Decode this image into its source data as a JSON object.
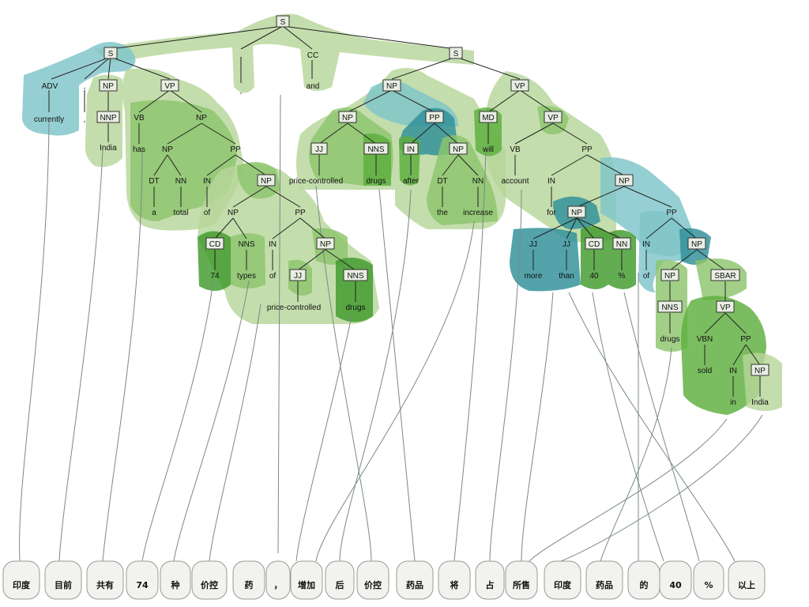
{
  "colors": {
    "blob_light": "#b7d69a",
    "blob_mid": "#8cc46d",
    "blob_dark": "#3f9a2c",
    "blob_teal": "#7fc4c9",
    "blob_teal_dark": "#2e8f98",
    "blob_green_strong": "#5daf3d"
  },
  "tree": {
    "root": {
      "label": "S"
    },
    "s1": {
      "label": "S"
    },
    "comma_top": {
      "label": ","
    },
    "cc": {
      "label": "CC"
    },
    "and": {
      "label": "and"
    },
    "s2": {
      "label": "S"
    },
    "adv": {
      "label": "ADV"
    },
    "currently": {
      "label": "currently"
    },
    "comma1": {
      "label": ","
    },
    "np_india": {
      "label": "NP"
    },
    "nnp": {
      "label": "NNP"
    },
    "india1": {
      "label": "India"
    },
    "vp1": {
      "label": "VP"
    },
    "vb_has": {
      "label": "VB"
    },
    "has": {
      "label": "has"
    },
    "np_big": {
      "label": "NP"
    },
    "np_atotal": {
      "label": "NP"
    },
    "pp_of": {
      "label": "PP"
    },
    "dt_a": {
      "label": "DT"
    },
    "nn_total": {
      "label": "NN"
    },
    "a": {
      "label": "a"
    },
    "total": {
      "label": "total"
    },
    "in_of1": {
      "label": "IN"
    },
    "of1": {
      "label": "of"
    },
    "np_74": {
      "label": "NP"
    },
    "np_types": {
      "label": "NP"
    },
    "pp_of2": {
      "label": "PP"
    },
    "cd74": {
      "label": "CD"
    },
    "n74": {
      "label": "74"
    },
    "nns_types": {
      "label": "NNS"
    },
    "types": {
      "label": "types"
    },
    "in_of2": {
      "label": "IN"
    },
    "of2": {
      "label": "of"
    },
    "np_pcd": {
      "label": "NP"
    },
    "jj_pc1": {
      "label": "JJ"
    },
    "pc1": {
      "label": "price-controlled"
    },
    "nns_drugs1": {
      "label": "NNS"
    },
    "drugs1": {
      "label": "drugs"
    },
    "np_subj": {
      "label": "NP"
    },
    "vp2": {
      "label": "VP"
    },
    "np_pcd2": {
      "label": "NP"
    },
    "pp_after": {
      "label": "PP"
    },
    "jj_pc2": {
      "label": "JJ"
    },
    "pc2": {
      "label": "price-controlled"
    },
    "nns_drugs2": {
      "label": "NNS"
    },
    "drugs2": {
      "label": "drugs"
    },
    "in_after": {
      "label": "IN"
    },
    "after": {
      "label": "after"
    },
    "np_inc": {
      "label": "NP"
    },
    "dt_the": {
      "label": "DT"
    },
    "the": {
      "label": "the"
    },
    "nn_inc": {
      "label": "NN"
    },
    "increase": {
      "label": "increase"
    },
    "md": {
      "label": "MD"
    },
    "will": {
      "label": "will"
    },
    "vp3": {
      "label": "VP"
    },
    "vb_acc": {
      "label": "VB"
    },
    "account": {
      "label": "account"
    },
    "pp_for": {
      "label": "PP"
    },
    "in_for": {
      "label": "IN"
    },
    "for": {
      "label": "for"
    },
    "np_more": {
      "label": "NP"
    },
    "np_40": {
      "label": "NP"
    },
    "pp_of3": {
      "label": "PP"
    },
    "jj_more": {
      "label": "JJ"
    },
    "more": {
      "label": "more"
    },
    "jj_than": {
      "label": "JJ"
    },
    "than": {
      "label": "than"
    },
    "cd40": {
      "label": "CD"
    },
    "n40": {
      "label": "40"
    },
    "nn_pct": {
      "label": "NN"
    },
    "pct": {
      "label": "%"
    },
    "in_of3": {
      "label": "IN"
    },
    "of3": {
      "label": "of"
    },
    "np_drugs3": {
      "label": "NP"
    },
    "np_d3": {
      "label": "NP"
    },
    "nns_d3": {
      "label": "NNS"
    },
    "drugs3": {
      "label": "drugs"
    },
    "sbar": {
      "label": "SBAR"
    },
    "vp4": {
      "label": "VP"
    },
    "vbn": {
      "label": "VBN"
    },
    "sold": {
      "label": "sold"
    },
    "pp_in": {
      "label": "PP"
    },
    "in_in": {
      "label": "IN"
    },
    "in": {
      "label": "in"
    },
    "np_india2": {
      "label": "NP"
    },
    "india2": {
      "label": "India"
    }
  },
  "tokens": [
    "印度",
    "目前",
    "共有",
    "74",
    "种",
    "价控",
    "药",
    "，",
    "增加",
    "后",
    "价控",
    "药品",
    "将",
    "占",
    "所售",
    "印度",
    "药品",
    "的",
    "40",
    "%",
    "以上"
  ]
}
